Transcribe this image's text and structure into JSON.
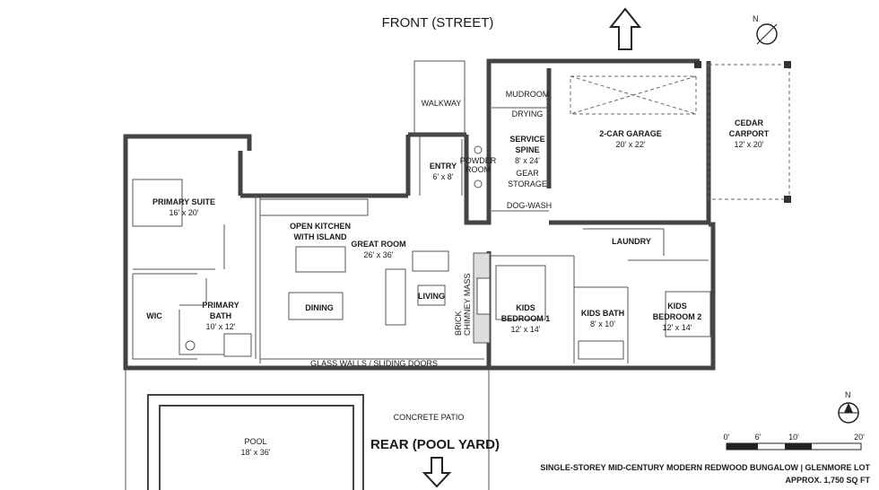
{
  "orientation": {
    "front": "FRONT (STREET)",
    "rear": "REAR (POOL YARD)",
    "north_label": "N"
  },
  "rooms": {
    "walkway": {
      "name": "WALKWAY"
    },
    "mudroom": {
      "name": "MUDROOM"
    },
    "drying": {
      "name": "DRYING"
    },
    "service_spine": {
      "name_line1": "SERVICE",
      "name_line2": "SPINE",
      "size": "8' x 24'"
    },
    "gear_storage": {
      "name_line1": "GEAR",
      "name_line2": "STORAGE"
    },
    "dog_wash": {
      "name": "DOG-WASH"
    },
    "garage": {
      "name": "2-CAR GARAGE",
      "size": "20' x 22'"
    },
    "carport": {
      "name_line1": "CEDAR",
      "name_line2": "CARPORT",
      "size": "12' x 20'"
    },
    "entry": {
      "name": "ENTRY",
      "size": "6' x 8'"
    },
    "powder_room": {
      "name_line1": "POWDER",
      "name_line2": "ROOM"
    },
    "primary_suite": {
      "name": "PRIMARY SUITE",
      "size": "16' x 20'"
    },
    "open_kitchen": {
      "name_line1": "OPEN KITCHEN",
      "name_line2": "WITH ISLAND"
    },
    "great_room": {
      "name": "GREAT ROOM",
      "size": "26' x 36'"
    },
    "living": {
      "name": "LIVING"
    },
    "dining": {
      "name": "DINING"
    },
    "wic": {
      "name": "WIC"
    },
    "primary_bath": {
      "name_line1": "PRIMARY",
      "name_line2": "BATH",
      "size": "10' x 12'"
    },
    "chimney": {
      "name_line1": "BRICK",
      "name_line2": "CHIMNEY MASS"
    },
    "kids_bedroom_1": {
      "name_line1": "KIDS",
      "name_line2": "BEDROOM 1",
      "size": "12' x 14'"
    },
    "kids_bath": {
      "name": "KIDS BATH",
      "size": "8' x 10'"
    },
    "kids_bedroom_2": {
      "name_line1": "KIDS",
      "name_line2": "BEDROOM 2",
      "size": "12' x 14'"
    },
    "laundry": {
      "name": "LAUNDRY"
    },
    "glass_walls": {
      "name": "GLASS WALLS / SLIDING DOORS"
    },
    "patio": {
      "name": "CONCRETE PATIO"
    },
    "pool": {
      "name": "POOL",
      "size": "18' x 36'"
    }
  },
  "scale_bar": {
    "ticks": [
      "0'",
      "6'",
      "10'",
      "20'"
    ]
  },
  "title_block": {
    "line1": "SINGLE-STOREY MID-CENTURY MODERN REDWOOD BUNGALOW | GLENMORE LOT",
    "line2": "APPROX. 1,750 SQ FT"
  }
}
